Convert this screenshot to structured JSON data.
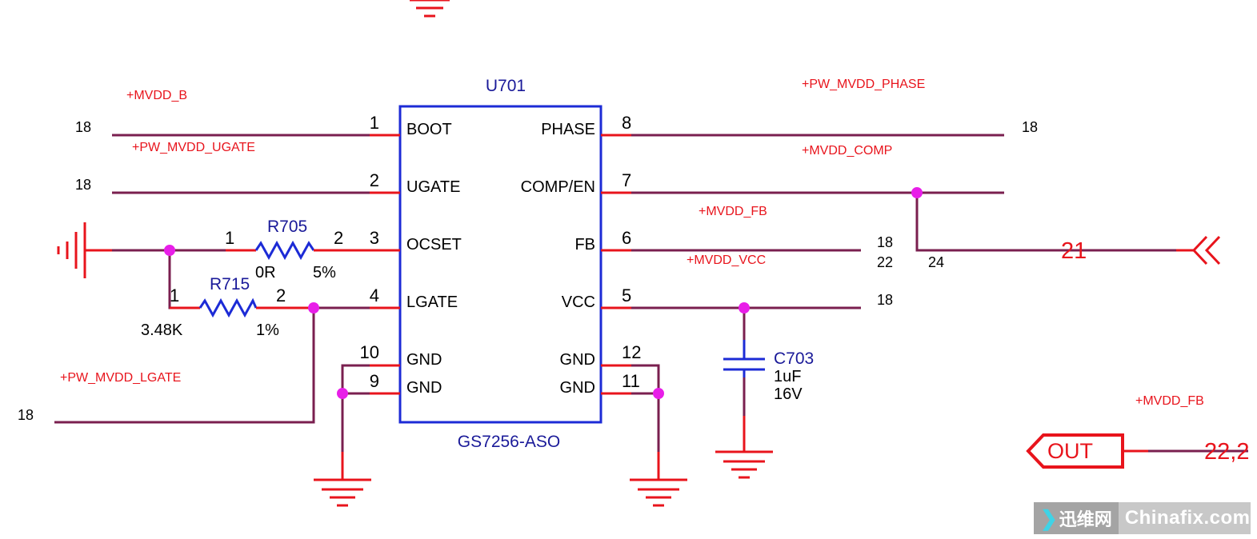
{
  "chip": {
    "ref": "U701",
    "part": "GS7256-ASO",
    "pins_left": [
      {
        "num": "1",
        "name": "BOOT"
      },
      {
        "num": "2",
        "name": "UGATE"
      },
      {
        "num": "3",
        "name": "OCSET"
      },
      {
        "num": "4",
        "name": "LGATE"
      },
      {
        "num": "10",
        "name": "GND"
      },
      {
        "num": "9",
        "name": "GND"
      }
    ],
    "pins_right": [
      {
        "num": "8",
        "name": "PHASE"
      },
      {
        "num": "7",
        "name": "COMP/EN"
      },
      {
        "num": "6",
        "name": "FB"
      },
      {
        "num": "5",
        "name": "VCC"
      },
      {
        "num": "12",
        "name": "GND"
      },
      {
        "num": "11",
        "name": "GND"
      }
    ]
  },
  "nets": {
    "mvdd_b": "+MVDD_B",
    "pw_mvdd_ugate": "+PW_MVDD_UGATE",
    "pw_mvdd_lgate": "+PW_MVDD_LGATE",
    "pw_mvdd_phase": "+PW_MVDD_PHASE",
    "mvdd_comp": "+MVDD_COMP",
    "mvdd_fb": "+MVDD_FB",
    "mvdd_vcc": "+MVDD_VCC",
    "mvdd_fb_out": "+MVDD_FB"
  },
  "sheet_refs": {
    "boot": "18",
    "ugate": "18",
    "lgate": "18",
    "phase": "18",
    "fb_a": "18",
    "fb_b": "22",
    "comp": "24",
    "vcc": "18",
    "comp_big": "21",
    "out_big": "22,2"
  },
  "r705": {
    "ref": "R705",
    "value": "0R",
    "tol": "5%",
    "pin1": "1",
    "pin2": "2"
  },
  "r715": {
    "ref": "R715",
    "value": "3.48K",
    "tol": "1%",
    "pin1": "1",
    "pin2": "2"
  },
  "c703": {
    "ref": "C703",
    "value": "1uF",
    "voltage": "16V"
  },
  "out_port": {
    "label": "OUT"
  },
  "watermark": {
    "brand_cn": "迅维网",
    "brand_en": "Chinafix.com",
    "arrow": "❯"
  },
  "colors": {
    "wire": "#7a1f4f",
    "pin": "#e8141c",
    "chip": "#1c2bd6",
    "junction": "#e81ee8",
    "net_label": "#e8141c"
  }
}
